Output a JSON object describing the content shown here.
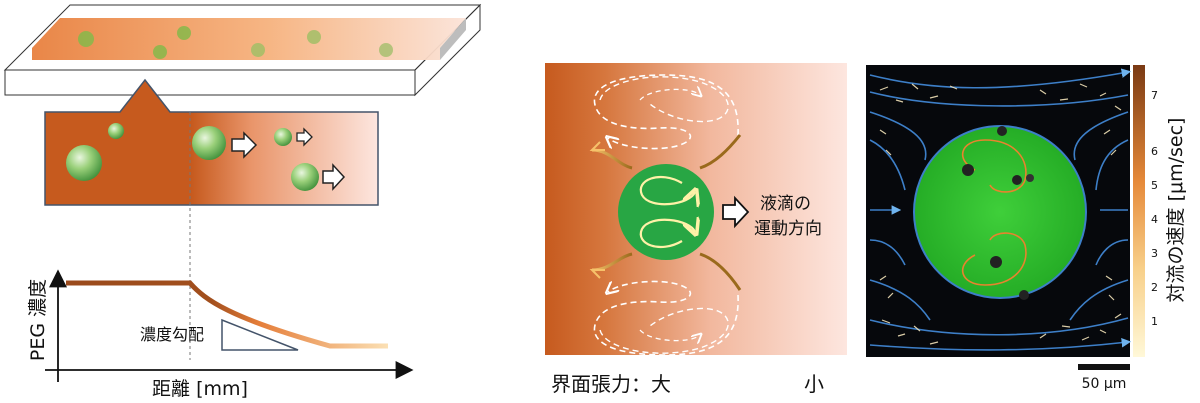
{
  "axis": {
    "y_label": "PEG 濃度",
    "x_label": "距離 [mm]",
    "gradient_label": "濃度勾配"
  },
  "middle": {
    "direction_line1": "液滴の",
    "direction_line2": "運動方向",
    "tension_label": "界面張力：大",
    "tension_small": "小"
  },
  "micrograph": {
    "colorbar_label": "対流の速度 [μm/sec]",
    "colorbar_ticks": [
      "1",
      "2",
      "3",
      "4",
      "5",
      "6",
      "7"
    ],
    "scale_bar_label": "50 μm"
  },
  "colors": {
    "high_conc": "#c65a1e",
    "low_conc": "#fde6df",
    "droplet": "#29a745",
    "streamline": "#3d7fc8"
  }
}
